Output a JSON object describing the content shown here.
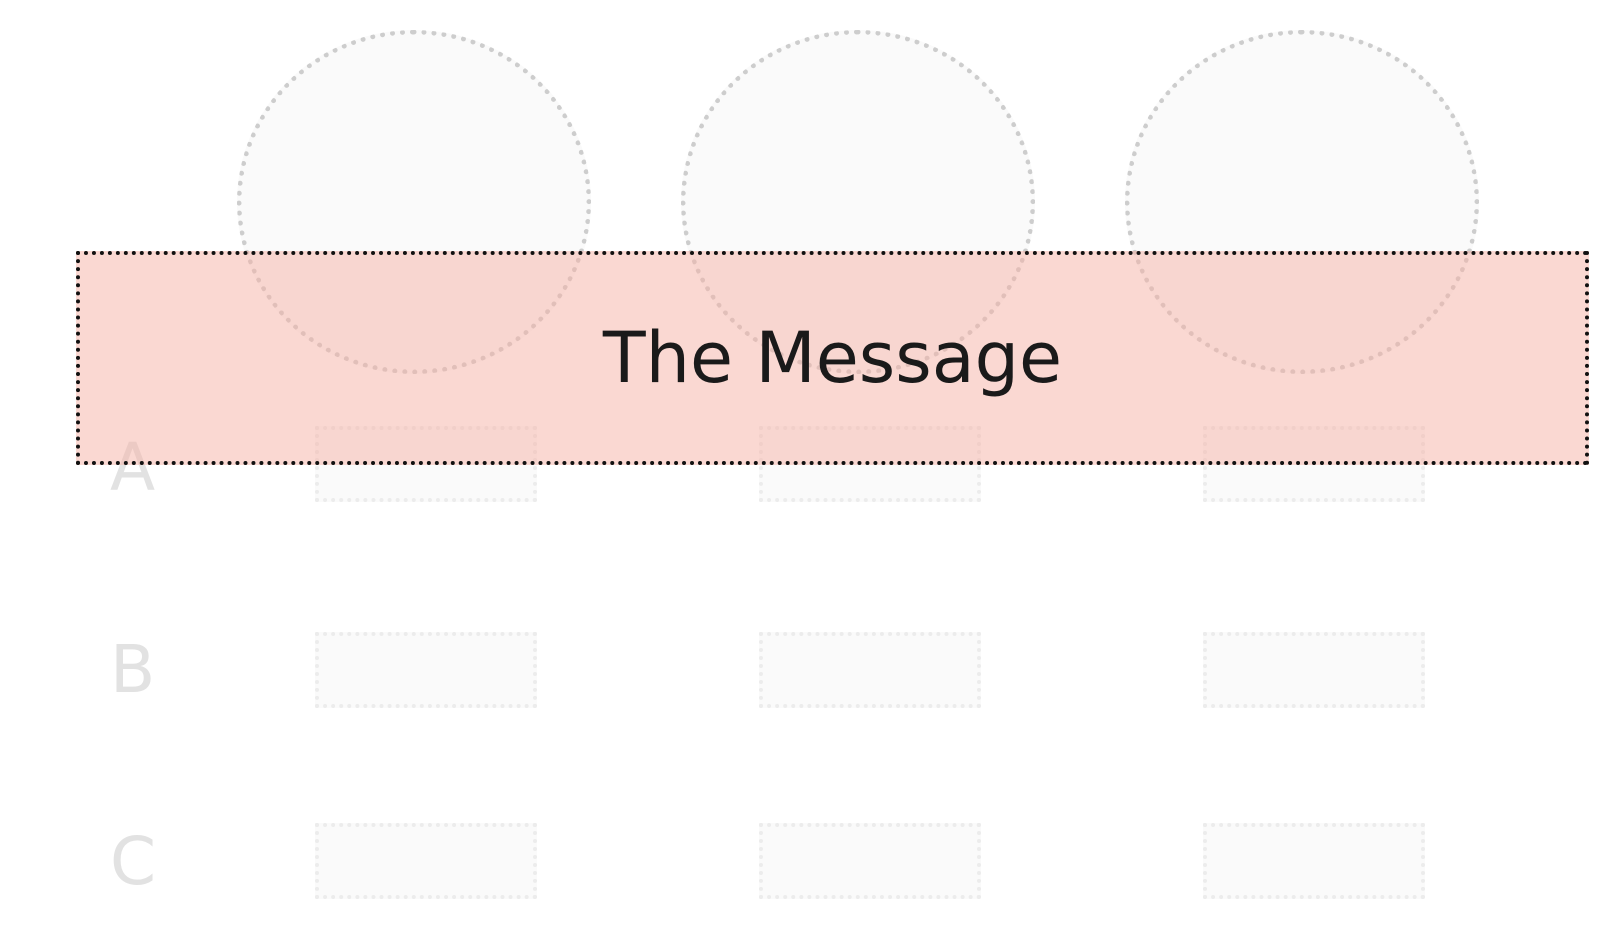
{
  "banner": {
    "message": "The Message",
    "background_color": "#f6b2a6",
    "border_color": "#111111"
  },
  "rows": {
    "a_label": "A",
    "b_label": "B",
    "c_label": "C"
  },
  "placeholder_color": "#fafafa"
}
